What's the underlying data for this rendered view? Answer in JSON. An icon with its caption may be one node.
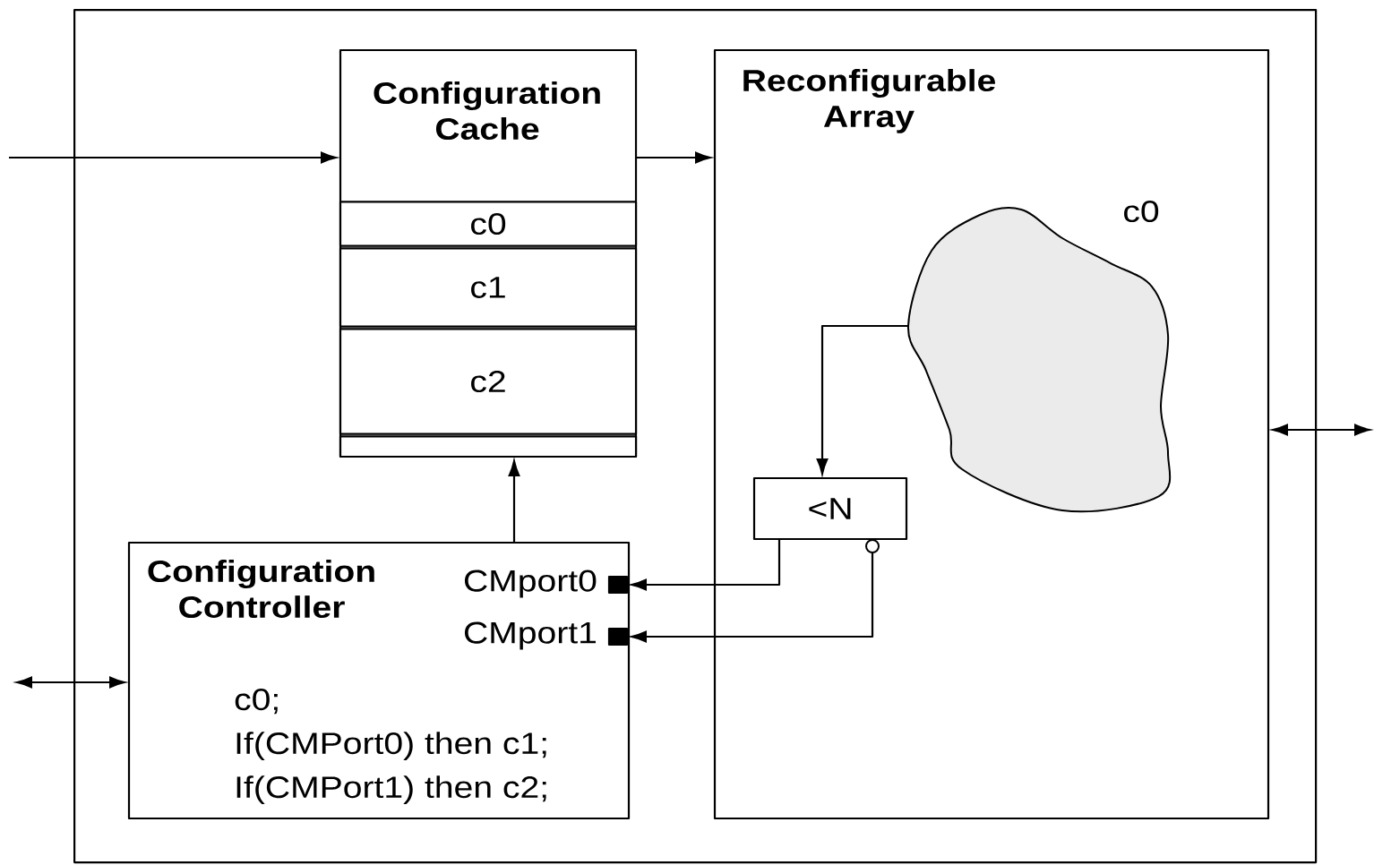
{
  "diagram": {
    "nodes": [
      {
        "text": [],
        "shape": "box"
      },
      {
        "text": [
          "Configuration Cache"
        ],
        "in": 0
      },
      {
        "text": [
          "c0"
        ],
        "in": 1
      },
      {
        "text": [
          "c1"
        ],
        "in": 1
      },
      {
        "text": [
          "c2"
        ],
        "in": 1
      },
      {
        "text": [],
        "shape": "box",
        "in": 1
      },
      {
        "text": [
          "Reconfigurable Array"
        ],
        "in": 0
      },
      {
        "text": [],
        "shape": "cloud",
        "in": 6,
        "beside": [
          "c0"
        ]
      },
      {
        "text": [
          "<N"
        ],
        "in": 6
      },
      {
        "text": [
          "Configuration Controller",
          "c0; If(CMPort0) then c1; If(CMPort1) then c2;"
        ],
        "in": 0
      },
      {
        "text": [],
        "shape": "box",
        "in": 9,
        "beside": [
          "CMport0"
        ]
      },
      {
        "text": [],
        "shape": "box",
        "in": 9,
        "beside": [
          "CMport1"
        ]
      }
    ],
    "edges": [
      {
        "from": null,
        "to": 1,
        "arrow": "to"
      },
      {
        "from": 1,
        "to": 6,
        "arrow": "to"
      },
      {
        "from": 9,
        "to": 1,
        "arrow": "to"
      },
      {
        "from": 7,
        "to": 8,
        "arrow": "to"
      },
      {
        "from": 8,
        "to": 10,
        "arrow": "to"
      },
      {
        "from": 8,
        "to": 11,
        "arrow": "to"
      },
      {
        "from": null,
        "to": 9,
        "arrow": "both"
      },
      {
        "from": 6,
        "to": null,
        "arrow": "both"
      }
    ]
  }
}
